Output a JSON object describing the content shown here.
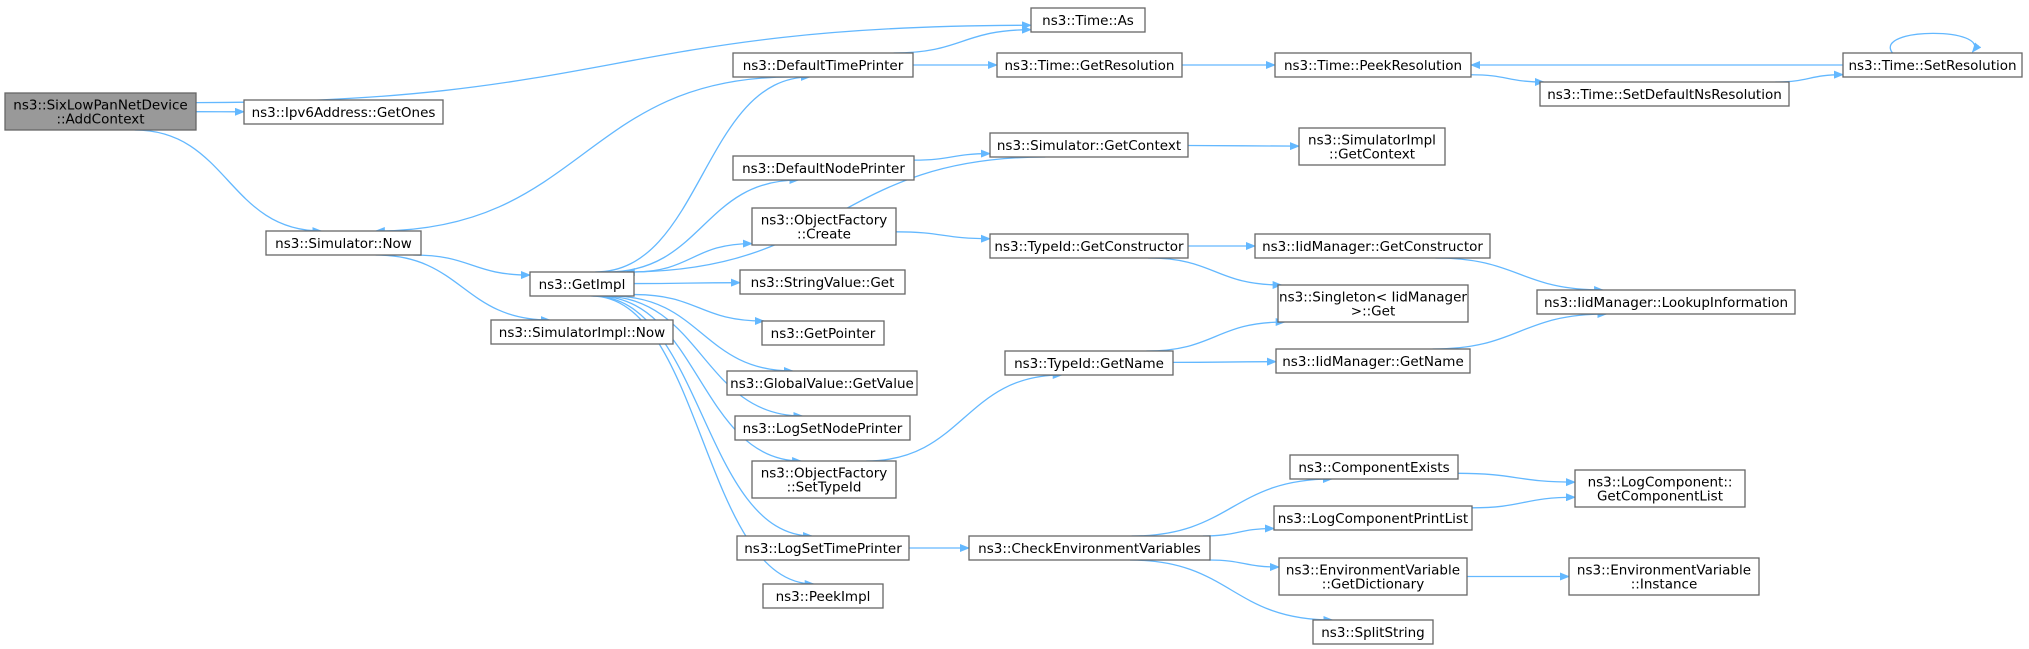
{
  "colors": {
    "edge": "#63b8ff",
    "node_border": "#666666",
    "root_fill": "#999999",
    "node_fill": "#ffffff"
  },
  "nodes": {
    "addcontext": {
      "lines": [
        "ns3::SixLowPanNetDevice",
        "::AddContext"
      ],
      "root": true
    },
    "time_as": {
      "lines": [
        "ns3::Time::As"
      ]
    },
    "ipv6_getones": {
      "lines": [
        "ns3::Ipv6Address::GetOnes"
      ]
    },
    "simulator_now": {
      "lines": [
        "ns3::Simulator::Now"
      ]
    },
    "getimpl": {
      "lines": [
        "ns3::GetImpl"
      ]
    },
    "simimpl_now": {
      "lines": [
        "ns3::SimulatorImpl::Now"
      ]
    },
    "defaulttimeprinter": {
      "lines": [
        "ns3::DefaultTimePrinter"
      ]
    },
    "defaultnodeprinter": {
      "lines": [
        "ns3::DefaultNodePrinter"
      ]
    },
    "objfactory_create": {
      "lines": [
        "ns3::ObjectFactory",
        "::Create"
      ]
    },
    "stringvalue_get": {
      "lines": [
        "ns3::StringValue::Get"
      ]
    },
    "getpointer": {
      "lines": [
        "ns3::GetPointer"
      ]
    },
    "globalvalue_getvalue": {
      "lines": [
        "ns3::GlobalValue::GetValue"
      ]
    },
    "logsetnodeprinter": {
      "lines": [
        "ns3::LogSetNodePrinter"
      ]
    },
    "objfactory_settypeid": {
      "lines": [
        "ns3::ObjectFactory",
        "::SetTypeId"
      ]
    },
    "logsettimeprinter": {
      "lines": [
        "ns3::LogSetTimePrinter"
      ]
    },
    "peekimpl": {
      "lines": [
        "ns3::PeekImpl"
      ]
    },
    "time_getresolution": {
      "lines": [
        "ns3::Time::GetResolution"
      ]
    },
    "simulator_getcontext": {
      "lines": [
        "ns3::Simulator::GetContext"
      ]
    },
    "typeid_getconstructor": {
      "lines": [
        "ns3::TypeId::GetConstructor"
      ]
    },
    "typeid_getname": {
      "lines": [
        "ns3::TypeId::GetName"
      ]
    },
    "checkenvvars": {
      "lines": [
        "ns3::CheckEnvironmentVariables"
      ]
    },
    "time_peekresolution": {
      "lines": [
        "ns3::Time::PeekResolution"
      ]
    },
    "simimpl_getcontext": {
      "lines": [
        "ns3::SimulatorImpl",
        "::GetContext"
      ]
    },
    "iidmanager_getconstructor": {
      "lines": [
        "ns3::IidManager::GetConstructor"
      ]
    },
    "singleton_get": {
      "lines": [
        "ns3::Singleton< IidManager",
        ">::Get"
      ]
    },
    "iidmanager_getname": {
      "lines": [
        "ns3::IidManager::GetName"
      ]
    },
    "componentexists": {
      "lines": [
        "ns3::ComponentExists"
      ]
    },
    "logcomponentprintlist": {
      "lines": [
        "ns3::LogComponentPrintList"
      ]
    },
    "envvar_getdictionary": {
      "lines": [
        "ns3::EnvironmentVariable",
        "::GetDictionary"
      ]
    },
    "splitstring": {
      "lines": [
        "ns3::SplitString"
      ]
    },
    "time_setdefaultnsresolution": {
      "lines": [
        "ns3::Time::SetDefaultNsResolution"
      ]
    },
    "time_setresolution": {
      "lines": [
        "ns3::Time::SetResolution"
      ]
    },
    "iidmanager_lookupinformation": {
      "lines": [
        "ns3::IidManager::LookupInformation"
      ]
    },
    "logcomponent_getcomponentlist": {
      "lines": [
        "ns3::LogComponent::",
        "GetComponentList"
      ]
    },
    "envvar_instance": {
      "lines": [
        "ns3::EnvironmentVariable",
        "::Instance"
      ]
    }
  },
  "edges": [
    [
      "addcontext",
      "time_as"
    ],
    [
      "addcontext",
      "ipv6_getones"
    ],
    [
      "addcontext",
      "simulator_now"
    ],
    [
      "simulator_now",
      "getimpl"
    ],
    [
      "simulator_now",
      "simimpl_now"
    ],
    [
      "defaulttimeprinter",
      "simulator_now"
    ],
    [
      "defaulttimeprinter",
      "time_as"
    ],
    [
      "defaulttimeprinter",
      "time_getresolution"
    ],
    [
      "getimpl",
      "defaulttimeprinter"
    ],
    [
      "getimpl",
      "defaultnodeprinter"
    ],
    [
      "getimpl",
      "objfactory_create"
    ],
    [
      "getimpl",
      "stringvalue_get"
    ],
    [
      "getimpl",
      "getpointer"
    ],
    [
      "getimpl",
      "globalvalue_getvalue"
    ],
    [
      "getimpl",
      "logsetnodeprinter"
    ],
    [
      "getimpl",
      "objfactory_settypeid"
    ],
    [
      "getimpl",
      "logsettimeprinter"
    ],
    [
      "getimpl",
      "peekimpl"
    ],
    [
      "simulator_getcontext",
      "getimpl"
    ],
    [
      "defaultnodeprinter",
      "simulator_getcontext"
    ],
    [
      "simulator_getcontext",
      "simimpl_getcontext"
    ],
    [
      "objfactory_create",
      "typeid_getconstructor"
    ],
    [
      "objfactory_settypeid",
      "typeid_getname"
    ],
    [
      "logsettimeprinter",
      "checkenvvars"
    ],
    [
      "time_getresolution",
      "time_peekresolution"
    ],
    [
      "time_peekresolution",
      "time_setdefaultnsresolution"
    ],
    [
      "time_setdefaultnsresolution",
      "time_setresolution"
    ],
    [
      "time_setresolution",
      "time_peekresolution"
    ],
    [
      "time_setresolution",
      "time_setresolution"
    ],
    [
      "typeid_getconstructor",
      "iidmanager_getconstructor"
    ],
    [
      "typeid_getconstructor",
      "singleton_get"
    ],
    [
      "iidmanager_getconstructor",
      "iidmanager_lookupinformation"
    ],
    [
      "typeid_getname",
      "singleton_get"
    ],
    [
      "typeid_getname",
      "iidmanager_getname"
    ],
    [
      "iidmanager_getname",
      "iidmanager_lookupinformation"
    ],
    [
      "checkenvvars",
      "componentexists"
    ],
    [
      "checkenvvars",
      "logcomponentprintlist"
    ],
    [
      "checkenvvars",
      "envvar_getdictionary"
    ],
    [
      "checkenvvars",
      "splitstring"
    ],
    [
      "componentexists",
      "logcomponent_getcomponentlist"
    ],
    [
      "logcomponentprintlist",
      "logcomponent_getcomponentlist"
    ],
    [
      "envvar_getdictionary",
      "envvar_instance"
    ]
  ]
}
